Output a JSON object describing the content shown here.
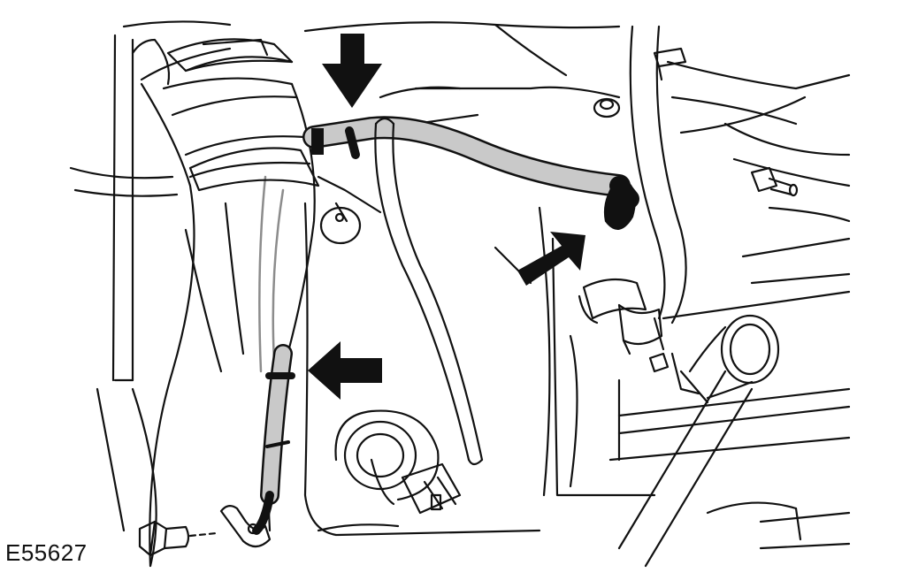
{
  "figure": {
    "id_label": "E55627"
  },
  "colors": {
    "line": "#111111",
    "harness_fill": "#c9c9c9",
    "harness_core": "#8c8c8c",
    "arrow": "#111111",
    "background": "#ffffff"
  },
  "arrows": [
    {
      "name": "arrow-down",
      "direction": "down"
    },
    {
      "name": "arrow-up-right",
      "direction": "up-right"
    },
    {
      "name": "arrow-left",
      "direction": "left"
    }
  ]
}
